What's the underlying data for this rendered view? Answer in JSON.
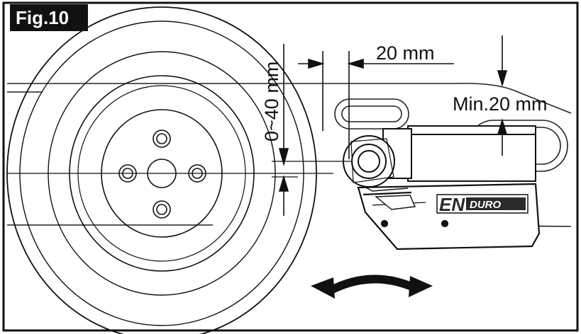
{
  "figure": {
    "label": "Fig.10"
  },
  "dimensions": {
    "horizontal_offset": "20 mm",
    "min_clearance": "Min.20 mm",
    "vertical_range": "0~40 mm"
  },
  "brand": {
    "logo_text": "ENDURO"
  },
  "colors": {
    "ink": "#111111",
    "logo_fill": "#2a2a2a",
    "background": "#ffffff"
  },
  "icons": [
    "double-arrow-icon",
    "wheel-bolt-icon"
  ]
}
